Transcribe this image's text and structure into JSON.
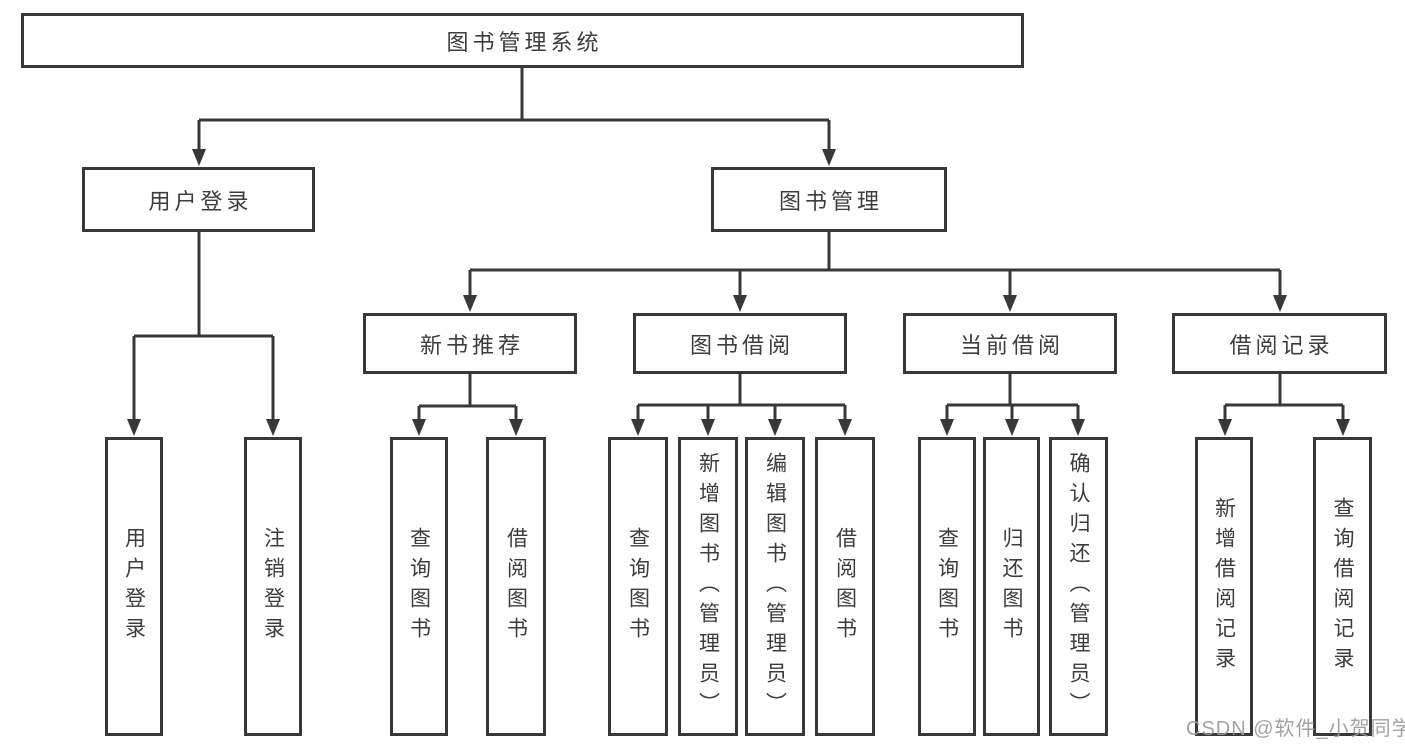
{
  "diagram_title": "图书管理系统",
  "nodes": {
    "root": "图书管理系统",
    "user_login": "用户登录",
    "book_mgmt": "图书管理",
    "new_books": "新书推荐",
    "book_borrow": "图书借阅",
    "current_borrow": "当前借阅",
    "borrow_records": "借阅记录",
    "ul_login": "用户登录",
    "ul_logout": "注销登录",
    "nb_query": "查询图书",
    "nb_borrow": "借阅图书",
    "bb_query": "查询图书",
    "bb_add": "新增图书（管理员）",
    "bb_edit": "编辑图书（管理员）",
    "bb_borrow": "借阅图书",
    "cb_query": "查询图书",
    "cb_return": "归还图书",
    "cb_confirm": "确认归还（管理员）",
    "br_add": "新增借阅记录",
    "br_query": "查询借阅记录"
  },
  "hierarchy": {
    "图书管理系统": [
      "用户登录",
      "图书管理"
    ],
    "用户登录": [
      "用户登录",
      "注销登录"
    ],
    "图书管理": [
      "新书推荐",
      "图书借阅",
      "当前借阅",
      "借阅记录"
    ],
    "新书推荐": [
      "查询图书",
      "借阅图书"
    ],
    "图书借阅": [
      "查询图书",
      "新增图书（管理员）",
      "编辑图书（管理员）",
      "借阅图书"
    ],
    "当前借阅": [
      "查询图书",
      "归还图书",
      "确认归还（管理员）"
    ],
    "借阅记录": [
      "新增借阅记录",
      "查询借阅记录"
    ]
  },
  "watermark": "CSDN @软件_小贺同学",
  "colors": {
    "line": "#383838",
    "text": "#3d3d3d",
    "box_fill": "#ffffff",
    "background": "#ffffff",
    "watermark": "#9b9b9b"
  }
}
